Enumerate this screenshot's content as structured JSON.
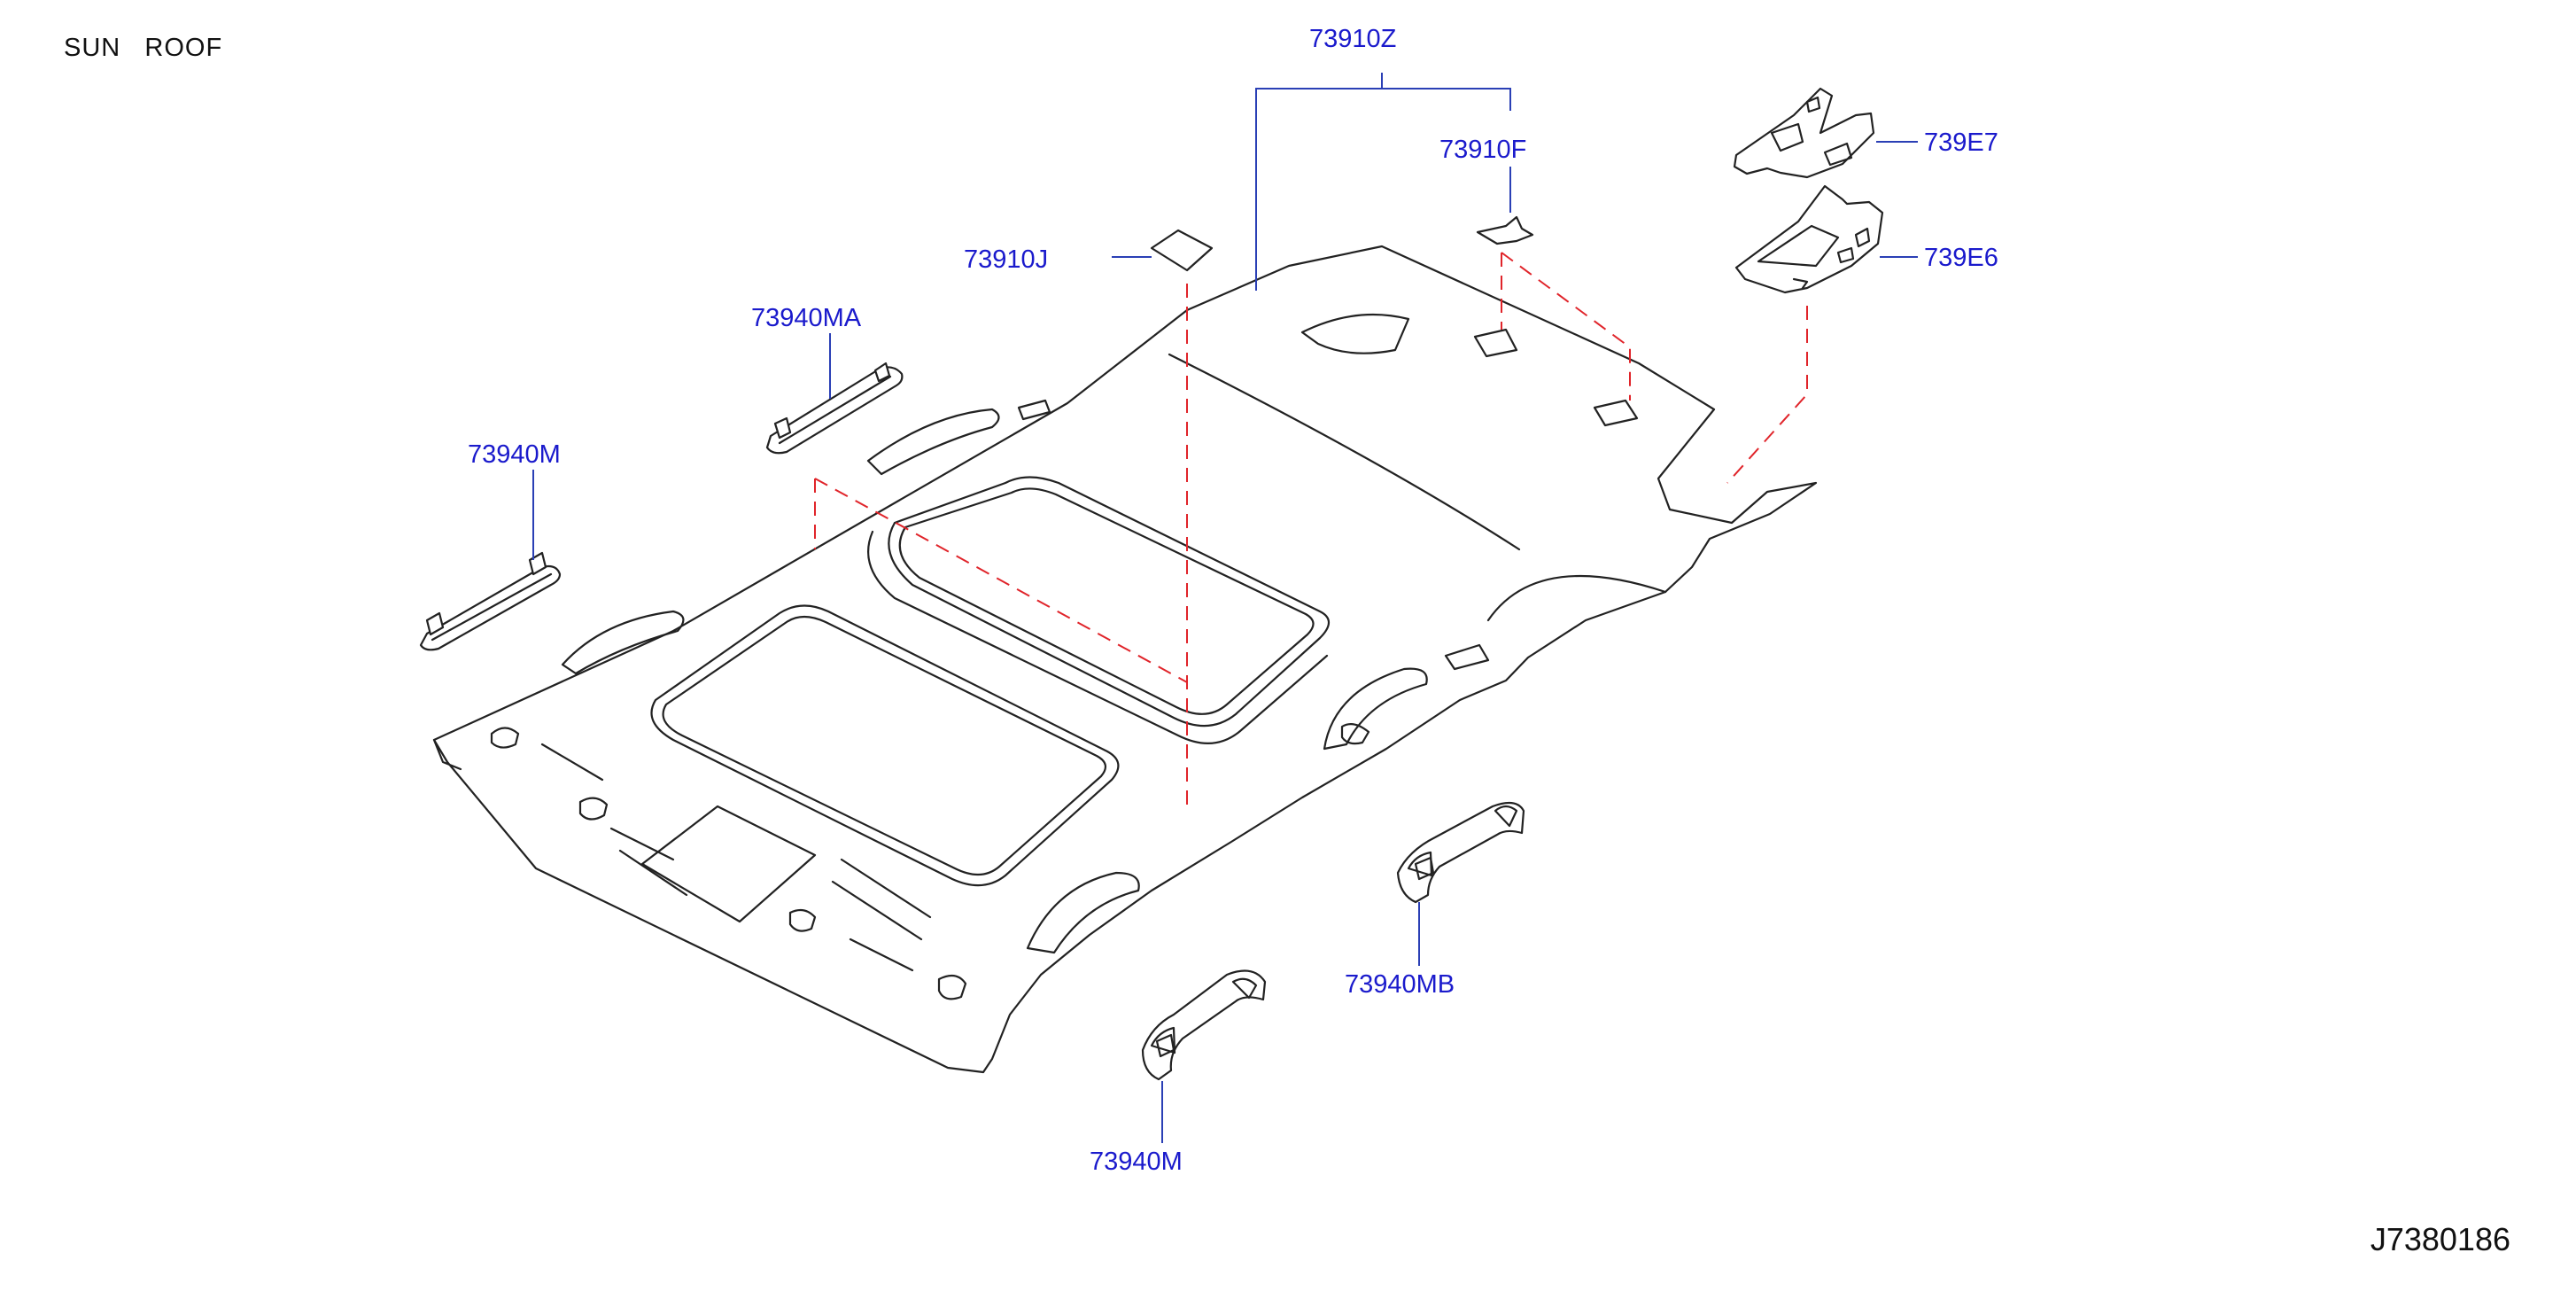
{
  "diagram": {
    "title": "SUN   ROOF",
    "drawing_code": "J7380186",
    "parts": [
      {
        "id": "73910Z"
      },
      {
        "id": "73910F"
      },
      {
        "id": "73910J"
      },
      {
        "id": "739E7"
      },
      {
        "id": "739E6"
      },
      {
        "id": "73940MA"
      },
      {
        "id": "73940M"
      },
      {
        "id": "73940MB"
      },
      {
        "id": "73940M"
      }
    ],
    "colors": {
      "label": "#1a1acc",
      "leader": "#2a3fb5",
      "dashed_reference": "#e0242a",
      "outline": "#222222"
    }
  }
}
